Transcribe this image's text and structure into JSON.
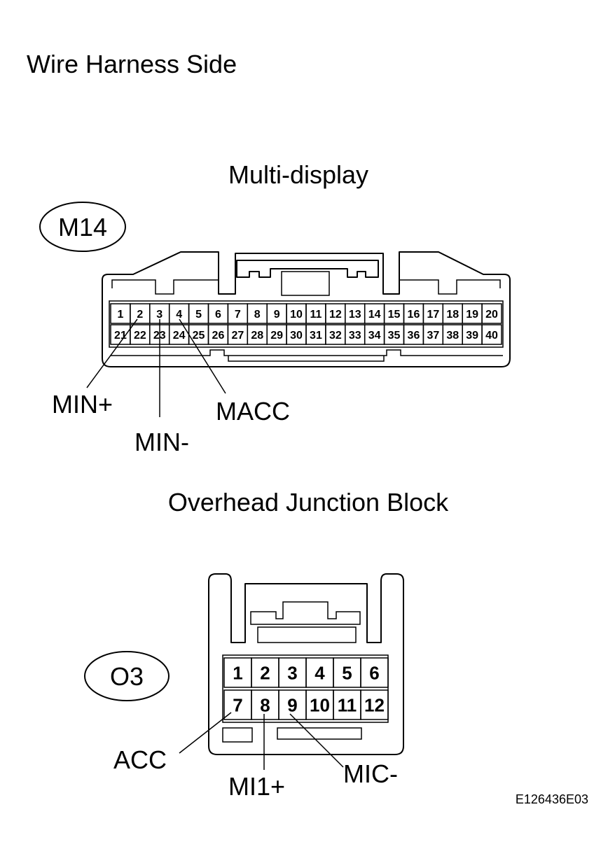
{
  "page_title": "Wire Harness Side",
  "connector_m14": {
    "component": "Multi-display",
    "code": "M14",
    "pins_row1": [
      "1",
      "2",
      "3",
      "4",
      "5",
      "6",
      "7",
      "8",
      "9",
      "10",
      "11",
      "12",
      "13",
      "14",
      "15",
      "16",
      "17",
      "18",
      "19",
      "20"
    ],
    "pins_row2": [
      "21",
      "22",
      "23",
      "24",
      "25",
      "26",
      "27",
      "28",
      "29",
      "30",
      "31",
      "32",
      "33",
      "34",
      "35",
      "36",
      "37",
      "38",
      "39",
      "40"
    ],
    "labels": {
      "min_plus": "MIN+",
      "min_minus": "MIN-",
      "macc": "MACC"
    }
  },
  "connector_o3": {
    "component": "Overhead Junction Block",
    "code": "O3",
    "pins_row1": [
      "1",
      "2",
      "3",
      "4",
      "5",
      "6"
    ],
    "pins_row2": [
      "7",
      "8",
      "9",
      "10",
      "11",
      "12"
    ],
    "labels": {
      "acc": "ACC",
      "mi1_plus": "MI1+",
      "mic_minus": "MIC-"
    }
  },
  "figure_id": "E126436E03"
}
